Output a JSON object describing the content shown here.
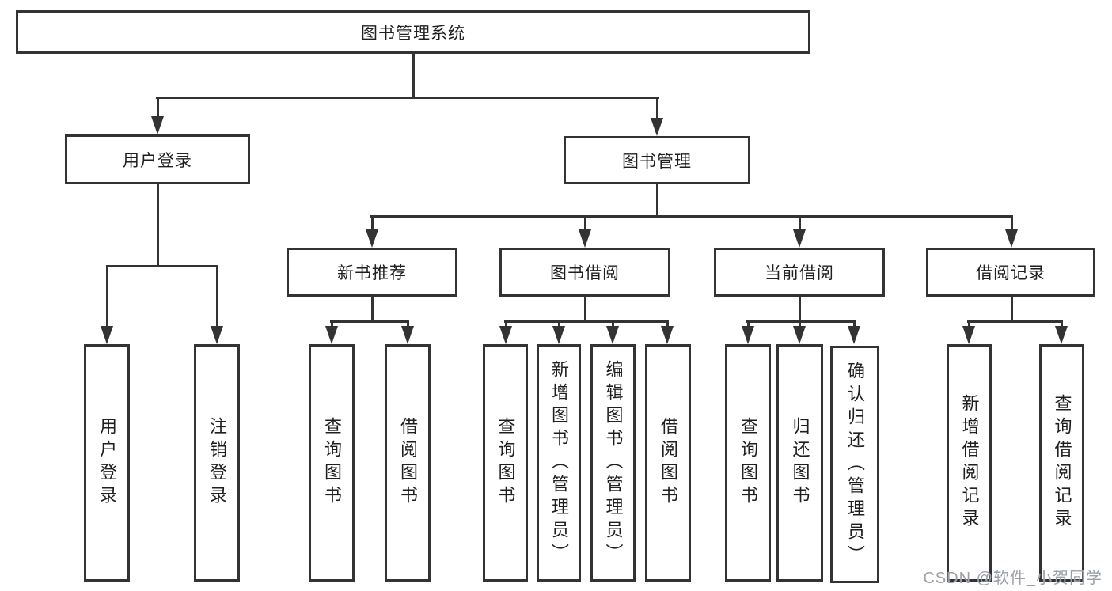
{
  "diagram": {
    "root": {
      "label": "图书管理系统"
    },
    "branches": [
      {
        "label": "用户登录",
        "children": [
          {
            "label": "用户登录"
          },
          {
            "label": "注销登录"
          }
        ]
      },
      {
        "label": "图书管理",
        "children": [
          {
            "label": "新书推荐",
            "children": [
              {
                "label": "查询图书"
              },
              {
                "label": "借阅图书"
              }
            ]
          },
          {
            "label": "图书借阅",
            "children": [
              {
                "label": "查询图书"
              },
              {
                "label": "新增图书（管理员）"
              },
              {
                "label": "编辑图书（管理员）"
              },
              {
                "label": "借阅图书"
              }
            ]
          },
          {
            "label": "当前借阅",
            "children": [
              {
                "label": "查询图书"
              },
              {
                "label": "归还图书"
              },
              {
                "label": "确认归还（管理员）"
              }
            ]
          },
          {
            "label": "借阅记录",
            "children": [
              {
                "label": "新增借阅记录"
              },
              {
                "label": "查询借阅记录"
              }
            ]
          }
        ]
      }
    ]
  },
  "watermark": {
    "text": "CSDN @软件_小贺同学"
  },
  "colors": {
    "line": "#333333",
    "text": "#1f1f1f",
    "watermark": "#9aa0a6",
    "background": "#ffffff"
  }
}
